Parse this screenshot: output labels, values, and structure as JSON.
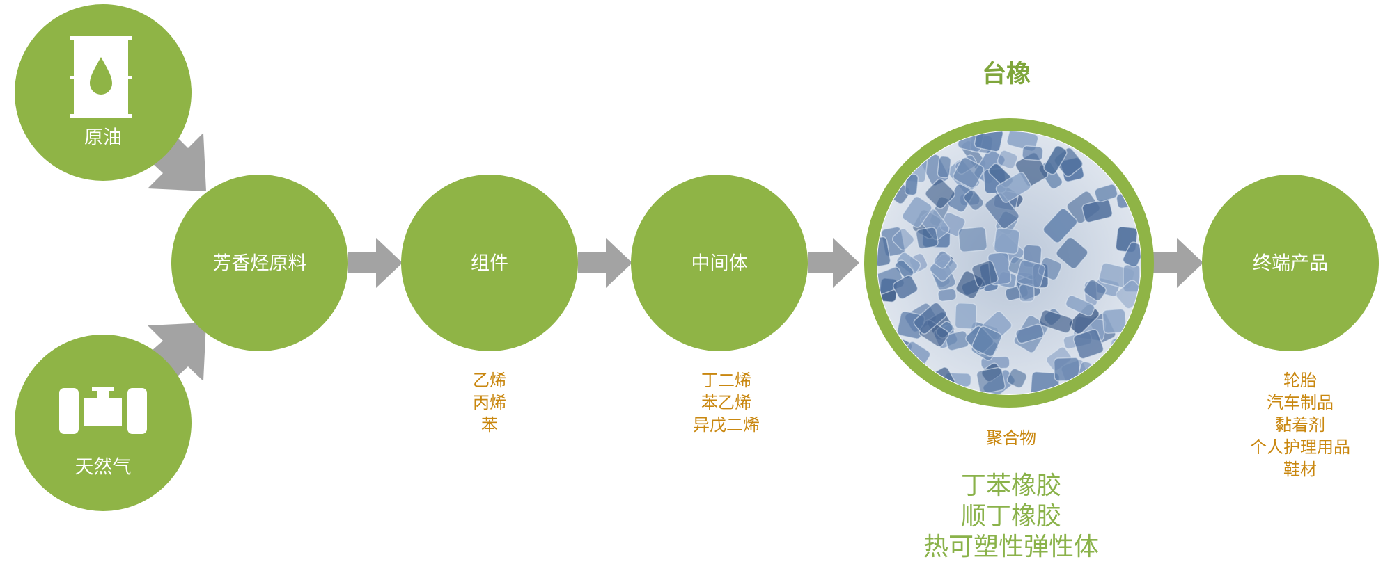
{
  "colors": {
    "node_green": "#8fb446",
    "arrow_gray": "#a3a3a3",
    "sub_text_orange": "#c9870f",
    "title_green": "#7fa63c",
    "product_green": "#8ab24a"
  },
  "sources": {
    "crude_oil": {
      "label": "原油",
      "icon": "oil-barrel-icon"
    },
    "natural_gas": {
      "label": "天然气",
      "icon": "gas-tank-icon"
    }
  },
  "flow": {
    "feedstock": {
      "label": "芳香烃原料"
    },
    "components": {
      "label": "组件",
      "items": [
        "乙烯",
        "丙烯",
        "苯"
      ]
    },
    "intermediates": {
      "label": "中间体",
      "items": [
        "丁二烯",
        "苯乙烯",
        "异戊二烯"
      ]
    },
    "polymer": {
      "title": "台橡",
      "image": "rubber-pellets-image",
      "caption": "聚合物",
      "products": [
        "丁苯橡胶",
        "顺丁橡胶",
        "热可塑性弹性体"
      ]
    },
    "end_products": {
      "label": "终端产品",
      "items": [
        "轮胎",
        "汽车制品",
        "黏着剂",
        "个人护理用品",
        "鞋材"
      ]
    }
  }
}
